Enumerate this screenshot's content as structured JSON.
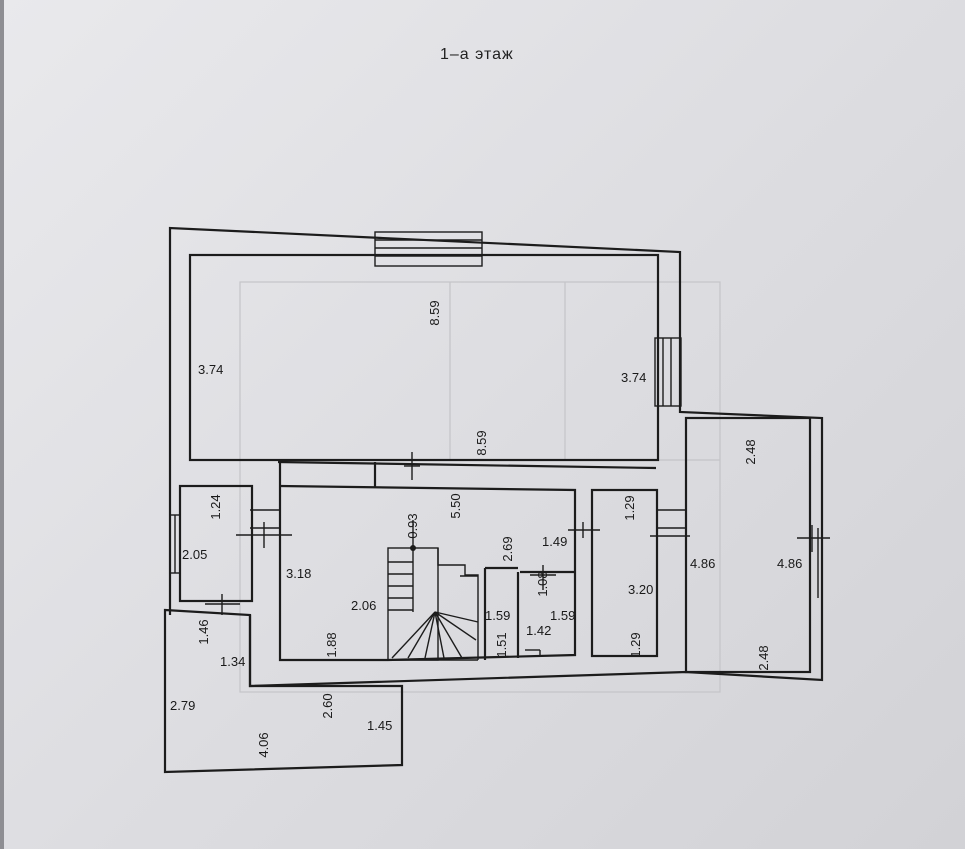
{
  "title": "1–а этаж",
  "dimensions": [
    {
      "id": "d01",
      "text": "8.59"
    },
    {
      "id": "d02",
      "text": "3.74"
    },
    {
      "id": "d03",
      "text": "3.74"
    },
    {
      "id": "d04",
      "text": "8.59"
    },
    {
      "id": "d05",
      "text": "2.48"
    },
    {
      "id": "d06",
      "text": "1.24"
    },
    {
      "id": "d07",
      "text": "0.93"
    },
    {
      "id": "d08",
      "text": "5.50"
    },
    {
      "id": "d09",
      "text": "1.29"
    },
    {
      "id": "d10",
      "text": "2.69"
    },
    {
      "id": "d11",
      "text": "1.49"
    },
    {
      "id": "d12",
      "text": "2.05"
    },
    {
      "id": "d13",
      "text": "3.18"
    },
    {
      "id": "d14",
      "text": "1.08"
    },
    {
      "id": "d15",
      "text": "4.86"
    },
    {
      "id": "d16",
      "text": "4.86"
    },
    {
      "id": "d17",
      "text": "3.20"
    },
    {
      "id": "d18",
      "text": "2.06"
    },
    {
      "id": "d19",
      "text": "1.59"
    },
    {
      "id": "d20",
      "text": "1.59"
    },
    {
      "id": "d21",
      "text": "1.46"
    },
    {
      "id": "d22",
      "text": "1.42"
    },
    {
      "id": "d23",
      "text": "1.51"
    },
    {
      "id": "d24",
      "text": "1.88"
    },
    {
      "id": "d25",
      "text": "1.29"
    },
    {
      "id": "d26",
      "text": "1.34"
    },
    {
      "id": "d27",
      "text": "2.48"
    },
    {
      "id": "d28",
      "text": "2.79"
    },
    {
      "id": "d29",
      "text": "2.60"
    },
    {
      "id": "d30",
      "text": "1.45"
    },
    {
      "id": "d31",
      "text": "4.06"
    }
  ]
}
